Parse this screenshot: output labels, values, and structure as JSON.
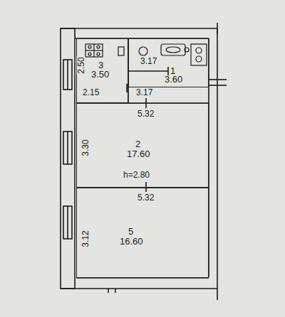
{
  "diagram": {
    "nodes": [
      {
        "text": [
          "3",
          "3.50"
        ]
      },
      {
        "text": [
          "1",
          "3.60"
        ]
      },
      {
        "text": [
          "2",
          "17.60"
        ]
      },
      {
        "text": [
          "5",
          "16.60"
        ]
      }
    ],
    "labels": [
      "2.50",
      "2.15",
      "3.17",
      "3.17",
      "5.32",
      "3.30",
      "h=2.80",
      "5.32",
      "3.12"
    ]
  }
}
